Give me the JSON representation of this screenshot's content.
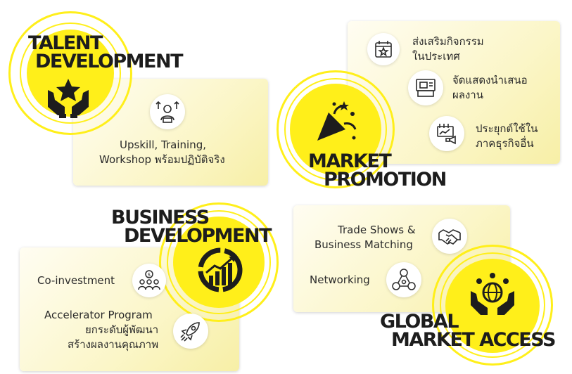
{
  "talent": {
    "heading_line1": "TALENT",
    "heading_line2": "DEVELOPMENT",
    "icon": "hands-star-icon",
    "item_line1": "Upskill, Training,",
    "item_line2": "Workshop พร้อมปฏิบัติจริง",
    "item_icon": "skill-growth-icon"
  },
  "market": {
    "heading_line1": "MARKET",
    "heading_line2": "PROMOTION",
    "icon": "party-popper-icon",
    "items": [
      {
        "line1": "ส่งเสริมกิจกรรม",
        "line2": "ในประเทศ",
        "icon": "calendar-star-icon"
      },
      {
        "line1": "จัดแสดงนำเสนอ",
        "line2": "ผลงาน",
        "icon": "exhibition-booth-icon"
      },
      {
        "line1": "ประยุกต์ใช้ใน",
        "line2": "ภาคธุรกิจอื่น",
        "icon": "business-planning-icon"
      }
    ]
  },
  "business": {
    "heading_line1": "BUSINESS",
    "heading_line2": "DEVELOPMENT",
    "icon": "growth-chart-icon",
    "items": [
      {
        "line1": "Co-investment",
        "icon": "co-investment-icon"
      },
      {
        "line1": "Accelerator Program",
        "line2": "ยกระดับผู้พัฒนา",
        "line3": "สร้างผลงานคุณภาพ",
        "icon": "rocket-icon"
      }
    ]
  },
  "global": {
    "heading_line1": "GLOBAL",
    "heading_line2": "MARKET ACCESS",
    "icon": "hands-globe-icon",
    "items": [
      {
        "line1": "Trade Shows &",
        "line2": "Business Matching",
        "icon": "handshake-icon"
      },
      {
        "line1": "Networking",
        "icon": "network-people-icon"
      }
    ]
  },
  "colors": {
    "accent": "#ffef1a",
    "ink": "#1d1d1d",
    "card": "#fbf6c8"
  }
}
